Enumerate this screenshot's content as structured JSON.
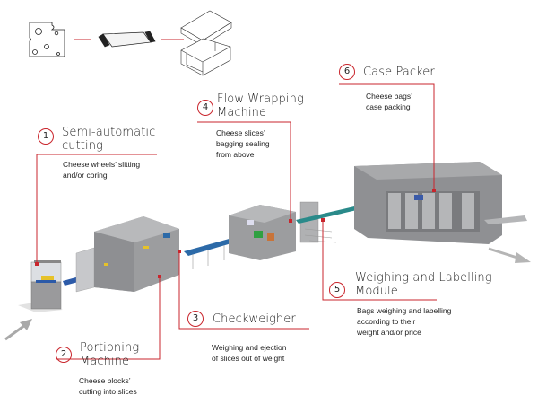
{
  "accent_color": "#c9252c",
  "process_icons": [
    "cheese-block-icon",
    "cheese-bag-icon",
    "shipping-case-icon"
  ],
  "stations": [
    {
      "number": "1",
      "title_line1": "Semi-automatic",
      "title_line2": "cutting",
      "desc_lines": [
        "Cheese wheels’ slitting",
        "and/or coring"
      ]
    },
    {
      "number": "2",
      "title_line1": "Portioning",
      "title_line2": "Machine",
      "desc_lines": [
        "Cheese blocks’",
        "cutting into slices"
      ]
    },
    {
      "number": "3",
      "title_line1": "Checkweigher",
      "title_line2": "",
      "desc_lines": [
        "Weighing and ejection",
        "of slices out of weight"
      ]
    },
    {
      "number": "4",
      "title_line1": "Flow Wrapping",
      "title_line2": "Machine",
      "desc_lines": [
        "Cheese slices’",
        "bagging sealing",
        "from above"
      ]
    },
    {
      "number": "5",
      "title_line1": "Weighing and Labelling",
      "title_line2": "Module",
      "desc_lines": [
        "Bags weighing and labelling",
        "according to their",
        "weight and/or price"
      ]
    },
    {
      "number": "6",
      "title_line1": "Case Packer",
      "title_line2": "",
      "desc_lines": [
        "Cheese bags’",
        "case packing"
      ]
    }
  ],
  "flow_arrows": [
    "input-arrow",
    "output-arrow"
  ]
}
